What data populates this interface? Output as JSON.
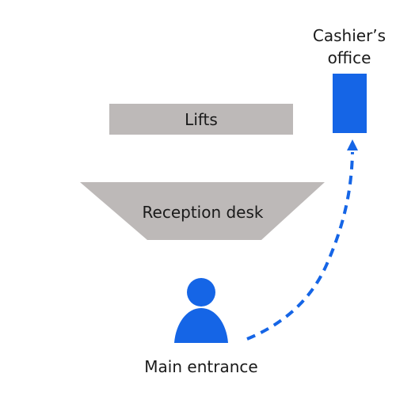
{
  "labels": {
    "cashier_line1": "Cashier’s",
    "cashier_line2": "office",
    "lifts": "Lifts",
    "reception": "Reception desk",
    "entrance": "Main entrance"
  },
  "colors": {
    "background": "#ffffff",
    "accent_blue": "#1565e6",
    "furniture_gray": "#bdb9b8",
    "text": "#1a1a1a"
  },
  "icons": {
    "entrance": "person-icon",
    "path": "dashed-arrow-icon"
  }
}
